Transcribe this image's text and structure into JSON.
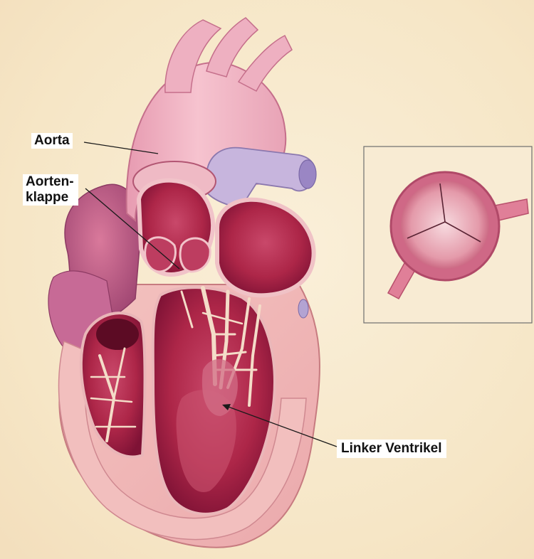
{
  "labels": {
    "aorta": "Aorta",
    "aortic_valve_line1": "Aorten-",
    "aortic_valve_line2": "klappe",
    "left_ventricle": "Linker Ventrikel"
  },
  "colors": {
    "background": "#f7ecd4",
    "myocardium_light": "#f3b8b8",
    "chamber_inner": "#b0284c",
    "chamber_dark": "#7a1030",
    "aorta": "#f0b4c4",
    "pulmonary_vein": "#c9b8dc",
    "trabeculae": "#f2dcc8",
    "leader_line": "#1a1a1a"
  }
}
